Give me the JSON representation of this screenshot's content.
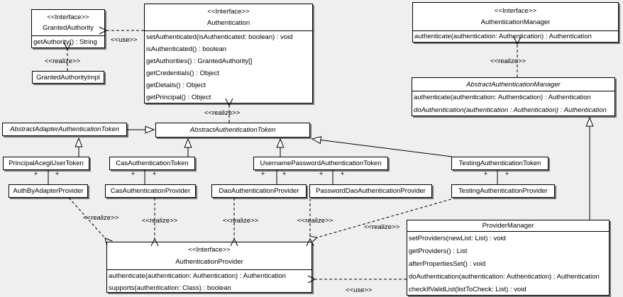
{
  "edge_labels": {
    "use": "<<use>>",
    "realize": "<<realize>>",
    "plus": "+"
  },
  "colors": {
    "background": "#efefef",
    "box_fill": "#ffffff",
    "border": "#000000",
    "shadow": "#757575"
  },
  "classes": {
    "granted_authority": {
      "stereotype": "<<Interface>>",
      "name": "GrantedAuthority",
      "methods": [
        "getAuthority() : String"
      ]
    },
    "granted_authority_impl": {
      "name": "GrantedAuthorityImpl"
    },
    "authentication": {
      "stereotype": "<<Interface>>",
      "name": "Authentication",
      "methods": [
        "setAuthenticated(isAuthenticated: boolean) : void",
        "isAuthenticated() : boolean",
        "getAuthorities() : GrantedAuthority[]",
        "getCredentials() : Object",
        "getDetails() : Object",
        "getPrincipal() : Object"
      ]
    },
    "authentication_manager": {
      "stereotype": "<<Interface>>",
      "name": "AuthenticationManager",
      "methods": [
        "authenticate(authentication: Authentication) : Authentication"
      ]
    },
    "abstract_authentication_manager": {
      "name": "AbstractAuthenticationManager",
      "methods": [
        "authenticate(authentication: Authentication) : Authentication",
        "doAuthentication(authentication : Authentication) : Authentication"
      ]
    },
    "abstract_adapter_authentication_token": {
      "name": "AbstractAdapterAuthenticationToken"
    },
    "abstract_authentication_token": {
      "name": "AbstractAuthenticationToken"
    },
    "principal_acegi_user_token": {
      "name": "PrincipalAcegiUserToken"
    },
    "cas_authentication_token": {
      "name": "CasAuthenticationToken"
    },
    "username_password_authentication_token": {
      "name": "UsernamePasswordAuthenticationToken"
    },
    "testing_authentication_token": {
      "name": "TestingAuthenticationToken"
    },
    "auth_by_adapter_provider": {
      "name": "AuthByAdapterProvider"
    },
    "cas_authentication_provider": {
      "name": "CasAuthenticationProvider"
    },
    "dao_authentication_provider": {
      "name": "DaoAuthenticationProvider"
    },
    "password_dao_authentication_provider": {
      "name": "PasswordDaoAuthenticationProvider"
    },
    "testing_authentication_provider": {
      "name": "TestingAuthenticationProvider"
    },
    "authentication_provider": {
      "stereotype": "<<Interface>>",
      "name": "AuthenticationProvider",
      "methods": [
        "authenticate(authentication: Authentication) : Authentication",
        "supports(authentication: Class) : boolean"
      ]
    },
    "provider_manager": {
      "name": "ProviderManager",
      "methods": [
        "setProviders(newList: List) : void",
        "getProviders() : List",
        "afterPropertiesSet() : void",
        "doAuthentication(authentication: Authentication) : Authentication",
        "checkIfValidList(listToCheck: List) : void"
      ]
    }
  }
}
